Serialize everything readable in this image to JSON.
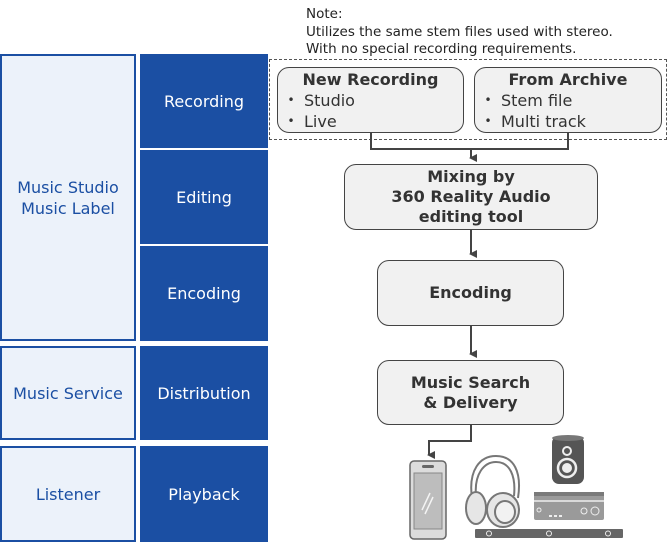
{
  "note": {
    "heading": "Note:",
    "lines": [
      "Utilizes the same stem files used with stereo.",
      "With no special recording requirements."
    ]
  },
  "organizations": [
    {
      "label": "Music Studio\nMusic Label"
    },
    {
      "label": "Music Service"
    },
    {
      "label": "Listener"
    }
  ],
  "stages": [
    {
      "label": "Recording"
    },
    {
      "label": "Editing"
    },
    {
      "label": "Encoding"
    },
    {
      "label": "Distribution"
    },
    {
      "label": "Playback"
    }
  ],
  "sources": [
    {
      "title": "New Recording",
      "items": [
        "Studio",
        "Live"
      ]
    },
    {
      "title": "From Archive",
      "items": [
        "Stem file",
        "Multi track"
      ]
    }
  ],
  "bullet": "•",
  "process_steps": [
    {
      "label": "Mixing by\n360 Reality Audio\nediting tool"
    },
    {
      "label": "Encoding"
    },
    {
      "label": "Music Search\n& Delivery"
    }
  ],
  "devices": [
    {
      "icon": "smartphone-icon"
    },
    {
      "icon": "headphones-icon"
    },
    {
      "icon": "speaker-icon"
    },
    {
      "icon": "av-receiver-icon"
    },
    {
      "icon": "soundbar-icon"
    }
  ],
  "colors": {
    "brand_blue": "#1b4fa3",
    "org_fill": "#ecf2fa",
    "box_fill": "#f1f1f1",
    "line": "#444444",
    "device_gray": "#777777"
  }
}
